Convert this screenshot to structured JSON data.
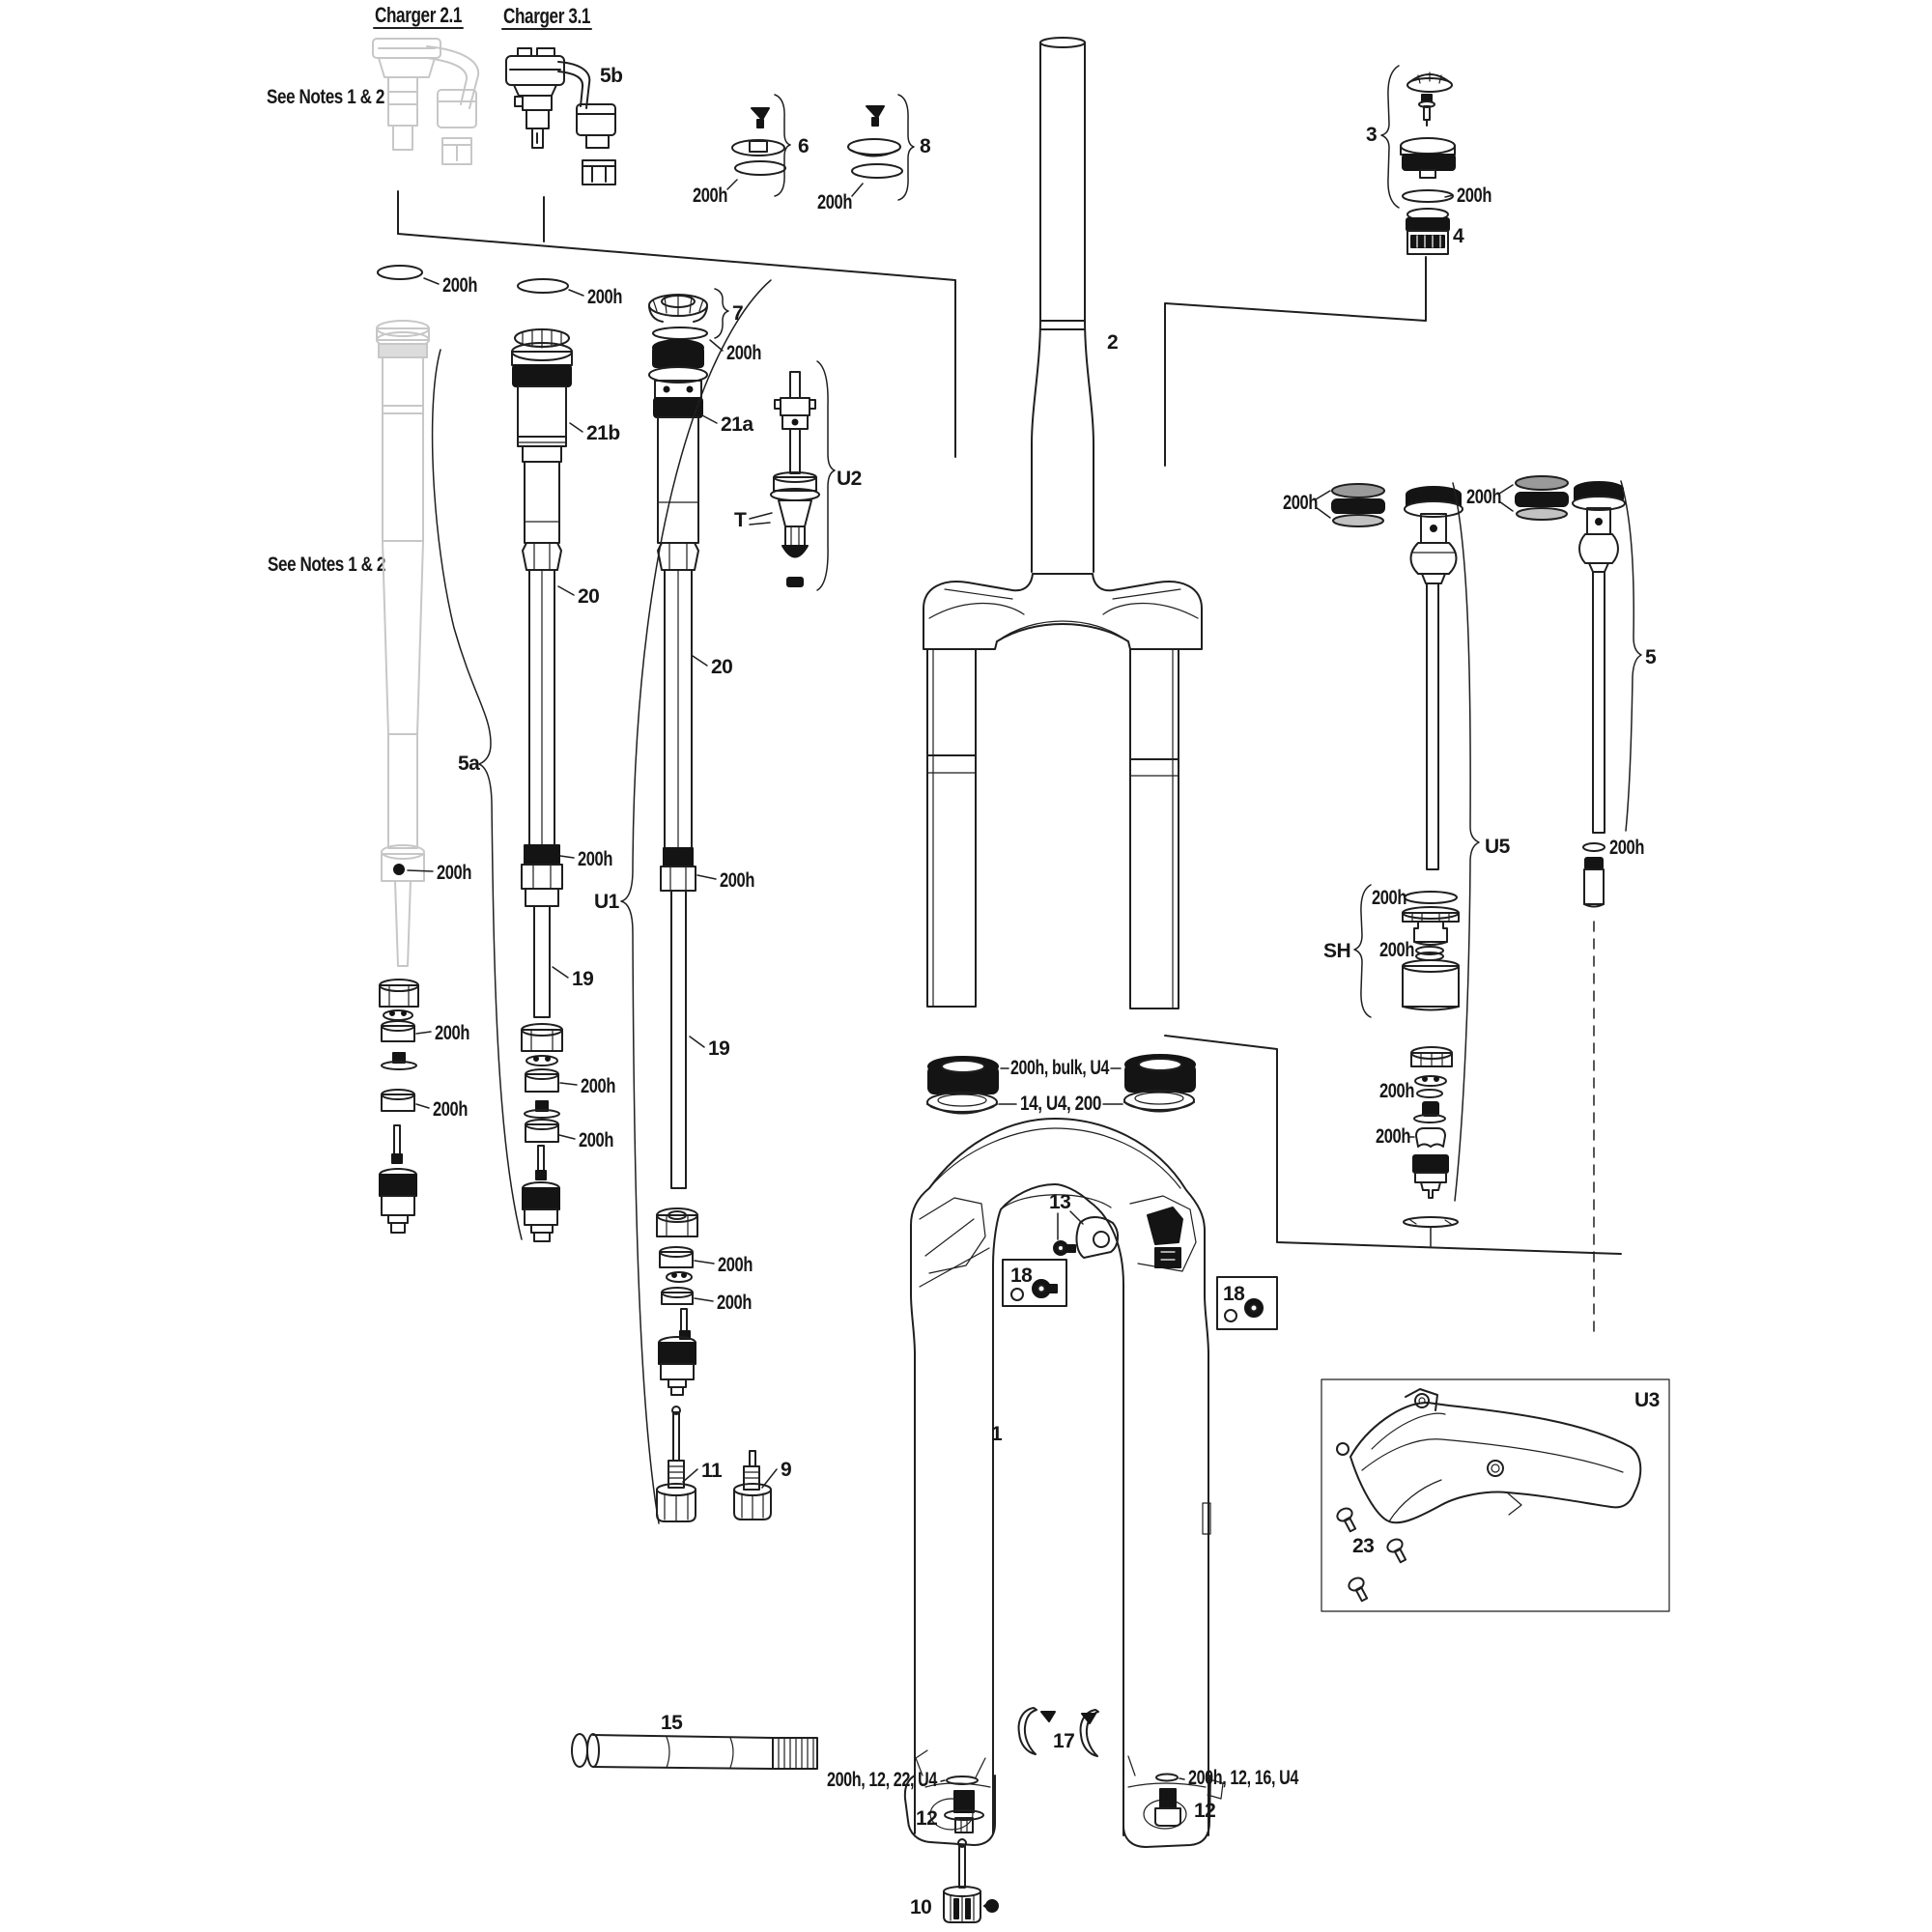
{
  "headings": {
    "charger_21": "Charger 2.1",
    "charger_31": "Charger 3.1",
    "see_notes": "See Notes 1 & 2"
  },
  "labels": {
    "h200": "200h",
    "p1": "1",
    "p2": "2",
    "p3": "3",
    "p4": "4",
    "p5": "5",
    "p5a": "5a",
    "p5b": "5b",
    "p6": "6",
    "p7": "7",
    "p8": "8",
    "p9": "9",
    "p10": "10",
    "p11": "11",
    "p12": "12",
    "p13": "13",
    "p15": "15",
    "p17": "17",
    "p18": "18",
    "p19": "19",
    "p20": "20",
    "p21a": "21a",
    "p21b": "21b",
    "p23": "23",
    "u1": "U1",
    "u2": "U2",
    "u3": "U3",
    "u5": "U5",
    "t": "T",
    "sh": "SH",
    "seal_bulk": "200h, bulk, U4",
    "foam_ring": "14, U4, 200",
    "crush_left": "200h, 12, 22, U4",
    "crush_right": "200h, 12, 16, U4"
  },
  "colors": {
    "ink": "#1f1f1f",
    "ghost": "#c7c7c7",
    "background": "#ffffff"
  }
}
